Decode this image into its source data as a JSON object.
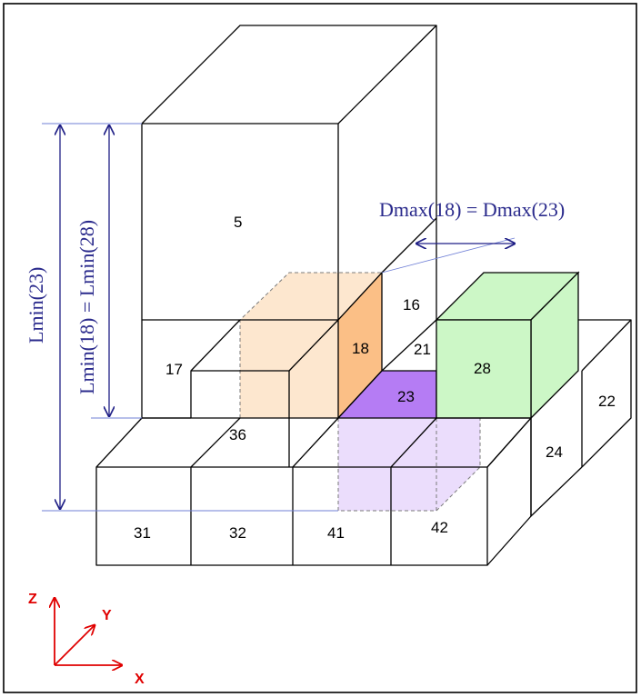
{
  "boxes": {
    "b5": "5",
    "b16": "16",
    "b17": "17",
    "b18": "18",
    "b21": "21",
    "b22": "22",
    "b23": "23",
    "b24": "24",
    "b28": "28",
    "b31": "31",
    "b32": "32",
    "b36": "36",
    "b41": "41",
    "b42": "42"
  },
  "dimensions": {
    "dmax_label": "Dmax(18) = Dmax(23)",
    "lmin23_label": "Lmin(23)",
    "lmin18_28_label": "Lmin(18) = Lmin(28)"
  },
  "axes": {
    "z": "Z",
    "y": "Y",
    "x": "X"
  },
  "colors": {
    "box18": "#fbbf86",
    "box18_ghost": "#fde3c7",
    "box23": "#b57cf4",
    "box23_ghost": "#e7d7fb",
    "box28": "#ccf7c6",
    "dimension": "#1f1f86",
    "axis": "#e00000"
  }
}
